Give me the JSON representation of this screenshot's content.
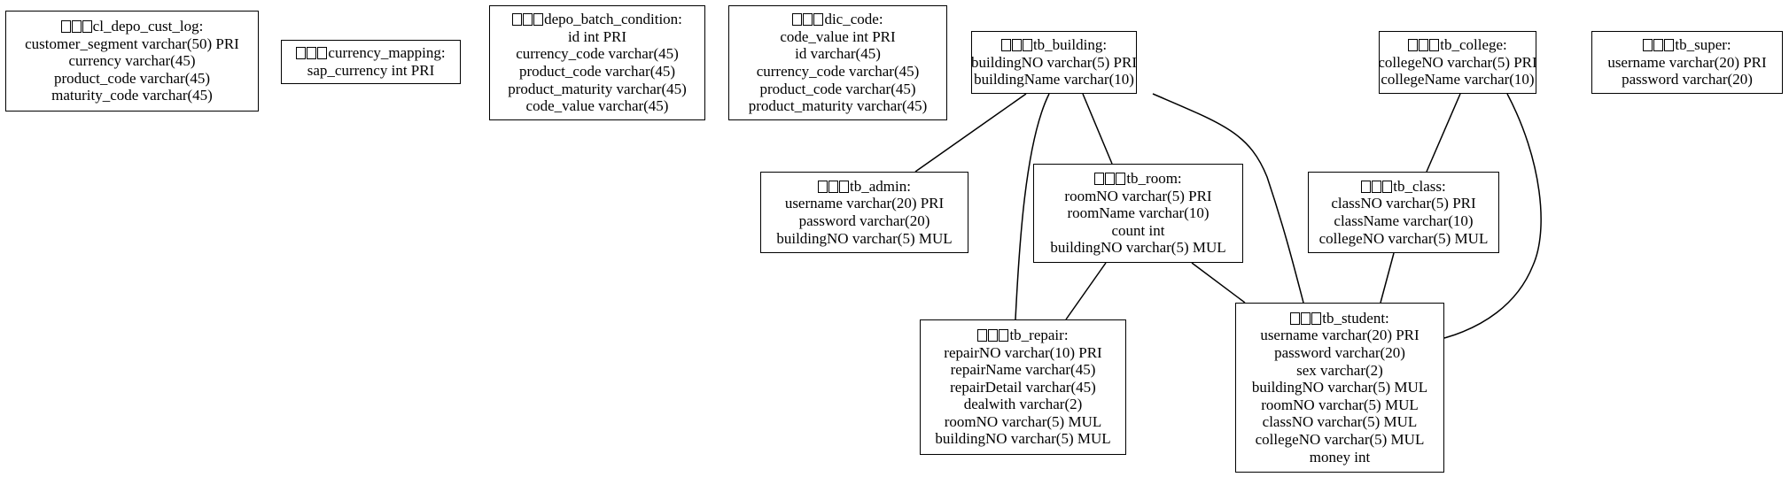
{
  "tables": [
    {
      "id": "cl_depo_cust_log",
      "title": "cl_depo_cust_log:",
      "fields": [
        "customer_segment varchar(50) PRI",
        "currency varchar(45)",
        "product_code varchar(45)",
        "maturity_code varchar(45)"
      ]
    },
    {
      "id": "currency_mapping",
      "title": "currency_mapping:",
      "fields": [
        "sap_currency int PRI"
      ]
    },
    {
      "id": "depo_batch_condition",
      "title": "depo_batch_condition:",
      "fields": [
        "id int PRI",
        "currency_code varchar(45)",
        "product_code varchar(45)",
        "product_maturity varchar(45)",
        "code_value varchar(45)"
      ]
    },
    {
      "id": "dic_code",
      "title": "dic_code:",
      "fields": [
        "code_value int PRI",
        "id varchar(45)",
        "currency_code varchar(45)",
        "product_code varchar(45)",
        "product_maturity varchar(45)"
      ]
    },
    {
      "id": "tb_building",
      "title": "tb_building:",
      "fields": [
        "buildingNO varchar(5) PRI",
        "buildingName varchar(10)"
      ]
    },
    {
      "id": "tb_college",
      "title": "tb_college:",
      "fields": [
        "collegeNO varchar(5) PRI",
        "collegeName varchar(10)"
      ]
    },
    {
      "id": "tb_super",
      "title": "tb_super:",
      "fields": [
        "username varchar(20) PRI",
        "password varchar(20)"
      ]
    },
    {
      "id": "tb_admin",
      "title": "tb_admin:",
      "fields": [
        "username varchar(20) PRI",
        "password varchar(20)",
        "buildingNO varchar(5) MUL"
      ]
    },
    {
      "id": "tb_room",
      "title": "tb_room:",
      "fields": [
        "roomNO varchar(5) PRI",
        "roomName varchar(10)",
        "count int",
        "buildingNO varchar(5) MUL"
      ]
    },
    {
      "id": "tb_class",
      "title": "tb_class:",
      "fields": [
        "classNO varchar(5) PRI",
        "className varchar(10)",
        "collegeNO varchar(5) MUL"
      ]
    },
    {
      "id": "tb_repair",
      "title": "tb_repair:",
      "fields": [
        "repairNO varchar(10) PRI",
        "repairName varchar(45)",
        "repairDetail varchar(45)",
        "dealwith varchar(2)",
        "roomNO varchar(5) MUL",
        "buildingNO varchar(5) MUL"
      ]
    },
    {
      "id": "tb_student",
      "title": "tb_student:",
      "fields": [
        "username varchar(20) PRI",
        "password varchar(20)",
        "sex varchar(2)",
        "buildingNO varchar(5) MUL",
        "roomNO varchar(5) MUL",
        "classNO varchar(5) MUL",
        "collegeNO varchar(5) MUL",
        "money int"
      ]
    }
  ],
  "relations": [
    {
      "from": "tb_building",
      "to": "tb_admin"
    },
    {
      "from": "tb_building",
      "to": "tb_room"
    },
    {
      "from": "tb_building",
      "to": "tb_repair"
    },
    {
      "from": "tb_building",
      "to": "tb_student"
    },
    {
      "from": "tb_room",
      "to": "tb_repair"
    },
    {
      "from": "tb_room",
      "to": "tb_student"
    },
    {
      "from": "tb_college",
      "to": "tb_class"
    },
    {
      "from": "tb_college",
      "to": "tb_student"
    },
    {
      "from": "tb_class",
      "to": "tb_student"
    }
  ]
}
